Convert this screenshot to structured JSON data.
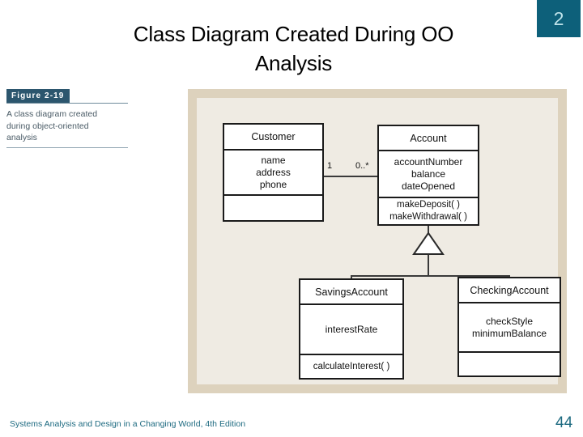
{
  "slide": {
    "badge_number": "2",
    "title_line1": "Class Diagram Created During OO",
    "title_line2": "Analysis",
    "page_number": "44",
    "footer": "Systems Analysis and Design in a Changing World, 4th Edition",
    "accent_color": "#0d607a",
    "panel_border_color": "#ddd2bd",
    "panel_fill_color": "#efebe3"
  },
  "figure": {
    "label": "Figure 2-19",
    "caption_line1": "A class diagram created",
    "caption_line2": "during object-oriented",
    "caption_line3": "analysis"
  },
  "diagram": {
    "type": "uml-class-diagram",
    "classes": [
      {
        "id": "customer",
        "name": "Customer",
        "attributes": [
          "name",
          "address",
          "phone"
        ],
        "operations": []
      },
      {
        "id": "account",
        "name": "Account",
        "attributes": [
          "accountNumber",
          "balance",
          "dateOpened"
        ],
        "operations": [
          "makeDeposit( )",
          "makeWithdrawal( )"
        ]
      },
      {
        "id": "savings",
        "name": "SavingsAccount",
        "attributes": [
          "interestRate"
        ],
        "operations": [
          "calculateInterest( )"
        ]
      },
      {
        "id": "checking",
        "name": "CheckingAccount",
        "attributes": [
          "checkStyle",
          "minimumBalance"
        ],
        "operations": []
      }
    ],
    "association": {
      "from": "Customer",
      "to": "Account",
      "multiplicity_from": "1",
      "multiplicity_to": "0..*"
    },
    "generalization": {
      "superclass": "Account",
      "subclasses": [
        "SavingsAccount",
        "CheckingAccount"
      ]
    }
  }
}
